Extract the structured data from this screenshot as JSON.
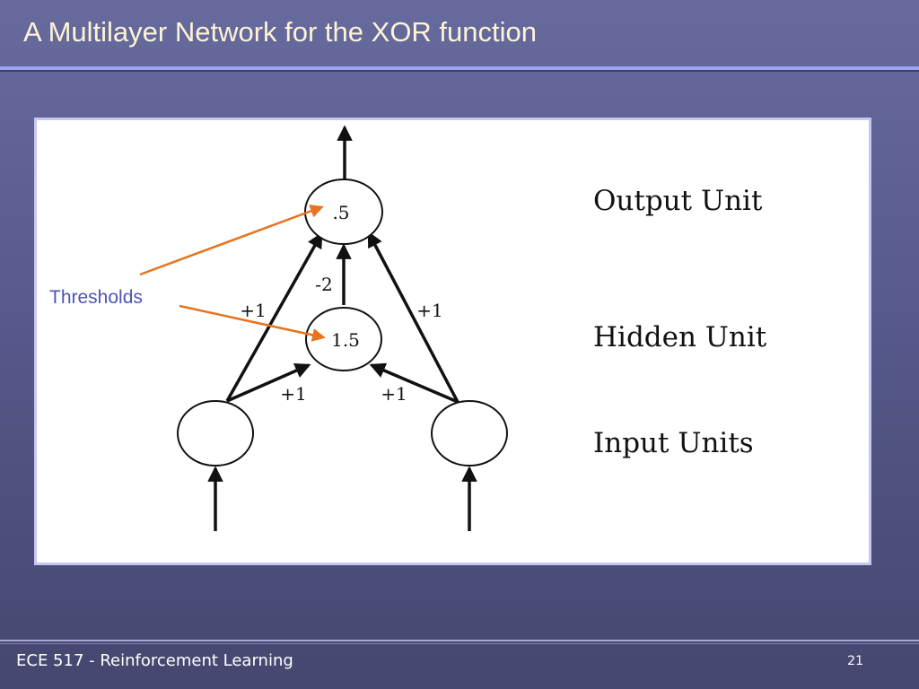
{
  "slide": {
    "title": "A Multilayer Network for the XOR function"
  },
  "diagram": {
    "nodes": {
      "output_threshold": ".5",
      "hidden_threshold": "1.5"
    },
    "weights": {
      "hidden_to_output": "-2",
      "input_left_to_output": "+1",
      "input_right_to_output": "+1",
      "input_left_to_hidden": "+1",
      "input_right_to_hidden": "+1"
    },
    "layer_labels": {
      "output": "Output Unit",
      "hidden": "Hidden Unit",
      "input": "Input Units"
    },
    "callout": {
      "label": "Thresholds",
      "arrow_color": "#e8731e"
    }
  },
  "footer": {
    "course": "ECE 517 - Reinforcement Learning",
    "page_number": "21"
  },
  "colors": {
    "title_text": "#fdf3d6",
    "accent_rule": "#9aa2f2",
    "callout_text": "#4b55b4"
  }
}
